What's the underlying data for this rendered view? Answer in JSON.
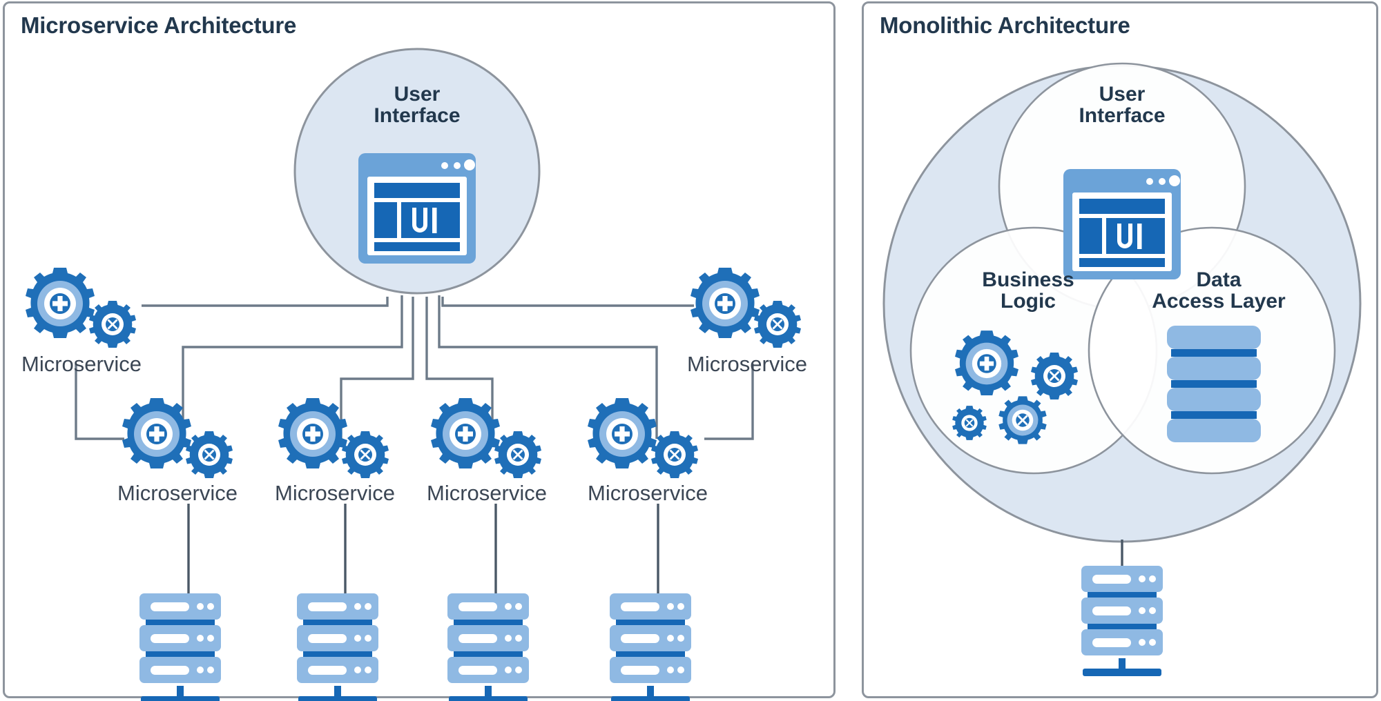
{
  "panels": [
    {
      "id": "microservice",
      "title": "Microservice Architecture",
      "ui_circle": {
        "line1": "User",
        "line2": "Interface",
        "icon": "ui-browser-window-icon"
      },
      "services": [
        {
          "label": "Microservice",
          "icon": "gears-icon",
          "row": "upper-left"
        },
        {
          "label": "Microservice",
          "icon": "gears-icon",
          "row": "upper-right"
        },
        {
          "label": "Microservice",
          "icon": "gears-icon",
          "row": "lower-1"
        },
        {
          "label": "Microservice",
          "icon": "gears-icon",
          "row": "lower-2"
        },
        {
          "label": "Microservice",
          "icon": "gears-icon",
          "row": "lower-3"
        },
        {
          "label": "Microservice",
          "icon": "gears-icon",
          "row": "lower-4"
        }
      ],
      "databases": [
        {
          "icon": "server-stack-icon"
        },
        {
          "icon": "server-stack-icon"
        },
        {
          "icon": "server-stack-icon"
        },
        {
          "icon": "server-stack-icon"
        }
      ]
    },
    {
      "id": "monolithic",
      "title": "Monolithic Architecture",
      "layers": [
        {
          "line1": "User",
          "line2": "Interface",
          "icon": "ui-browser-window-icon"
        },
        {
          "line1": "Business",
          "line2": "Logic",
          "icon": "gears-cluster-icon"
        },
        {
          "line1": "Data",
          "line2": "Access Layer",
          "icon": "data-stack-icon"
        }
      ],
      "databases": [
        {
          "icon": "server-stack-icon"
        }
      ]
    }
  ],
  "colors": {
    "panel_border": "#8d949d",
    "panel_background": "#ffffff",
    "title_text": "#22384d",
    "label_text": "#3b4654",
    "circle_fill": "#dce6f2",
    "circle_stroke": "#8d949d",
    "connector_line": "#6d7a88",
    "gear_dark_blue": "#1f6fb8",
    "gear_light_blue": "#8fb9e3",
    "icon_mid_blue": "#6ba3d8",
    "icon_deep_blue": "#1667b5",
    "icon_white": "#ffffff"
  }
}
